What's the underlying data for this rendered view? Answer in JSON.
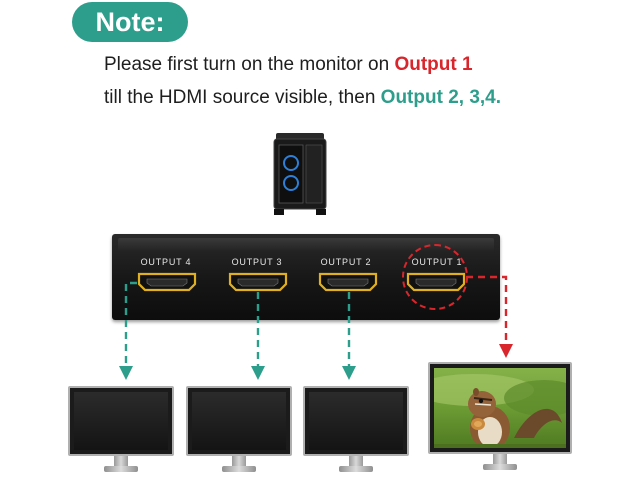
{
  "note": {
    "badge_label": "Note:"
  },
  "message": {
    "line1_text": "Please first turn on the monitor on ",
    "line1_highlight": "Output 1",
    "line2_text": "till the HDMI source visible, then ",
    "line2_highlight": "Output 2, 3,4."
  },
  "splitter": {
    "ports": [
      {
        "label": "OUTPUT 4"
      },
      {
        "label": "OUTPUT 3"
      },
      {
        "label": "OUTPUT 2"
      },
      {
        "label": "OUTPUT 1"
      }
    ]
  },
  "colors": {
    "teal_accent": "#2e9e8c",
    "red_accent": "#d8262c",
    "port_gold": "#e0b020"
  },
  "icons": {
    "source": "pc-tower-icon",
    "monitor": "monitor-icon",
    "squirrel_screen": "squirrel-image"
  }
}
